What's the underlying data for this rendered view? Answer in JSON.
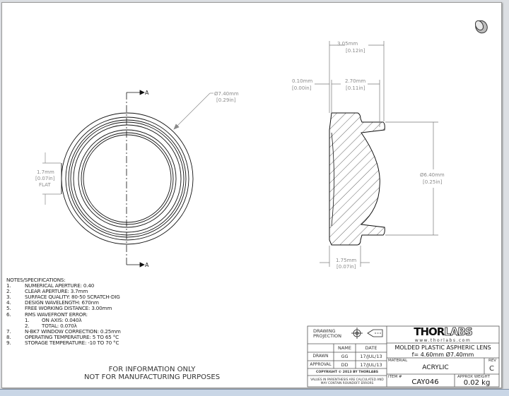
{
  "drawing": {
    "section_label": "A",
    "dimensions": {
      "outer_diameter": {
        "mm": "Ø7.40mm",
        "in": "[0.29in]"
      },
      "flat": {
        "mm": "1.7mm",
        "in": "[0.07in]",
        "note": "FLAT"
      },
      "overall_thickness": {
        "mm": "3.05mm",
        "in": "[0.12in]"
      },
      "step": {
        "mm": "0.10mm",
        "in": "[0.00in]"
      },
      "lens_thickness": {
        "mm": "2.70mm",
        "in": "[0.11in]"
      },
      "clear_diameter": {
        "mm": "Ø6.40mm",
        "in": "[0.25in]"
      },
      "flange_thickness": {
        "mm": "1.75mm",
        "in": "[0.07in]"
      }
    }
  },
  "notes": {
    "title": "NOTES/SPECIFICATIONS:",
    "items": [
      {
        "n": "1.",
        "text": "NUMERICAL APERTURE: 0.40"
      },
      {
        "n": "2.",
        "text": "CLEAR APERTURE: 3.7mm"
      },
      {
        "n": "3.",
        "text": "SURFACE QUALITY: 80-50 SCRATCH-DIG"
      },
      {
        "n": "4.",
        "text": "DESIGN WAVELENGTH: 670nm"
      },
      {
        "n": "5.",
        "text": "FREE WORKING DISTANCE: 3.00mm"
      },
      {
        "n": "6.",
        "text": "RMS WAVEFRONT ERROR:"
      },
      {
        "n": "7.",
        "text": "N-BK7 WINDOW CORRECTION: 0.25mm"
      },
      {
        "n": "8.",
        "text": "OPERATING TEMPERATURE: 5 TO 65 °C"
      },
      {
        "n": "9.",
        "text": "STORAGE TEMPERATURE: -10 TO 70 °C"
      }
    ],
    "sub_items": [
      {
        "n": "1.",
        "text": "ON AXIS: 0.040λ"
      },
      {
        "n": "2.",
        "text": "TOTAL: 0.070λ"
      }
    ]
  },
  "disclaimer": {
    "line1": "FOR INFORMATION ONLY",
    "line2": "NOT FOR MANUFACTURING PURPOSES"
  },
  "title_block": {
    "drawing_projection": "DRAWING PROJECTION",
    "name_header": "NAME",
    "date_header": "DATE",
    "drawn_label": "DRAWN",
    "drawn_name": "GG",
    "drawn_date": "17/JUL/13",
    "approval_label": "APPROVAL",
    "approval_name": "DD",
    "approval_date": "17/JUL/13",
    "copyright": "COPYRIGHT © 2013 BY THORLABS",
    "values_note": "VALUES IN PARENTHESIS ARE CALCULATED AND MAY CONTAIN ROUNDOFF ERRORS",
    "logo_thor": "THOR",
    "logo_labs": "LABS",
    "website": "www.thorlabs.com",
    "title_line1": "MOLDED PLASTIC ASPHERIC LENS",
    "title_line2": "f= 4.60mm  Ø7.40mm",
    "material_label": "MATERIAL",
    "material": "ACRYLIC",
    "rev_label": "REV",
    "rev": "C",
    "item_label": "ITEM #",
    "item": "CAY046",
    "weight_label": "APPROX WEIGHT",
    "weight": "0.02 kg"
  }
}
